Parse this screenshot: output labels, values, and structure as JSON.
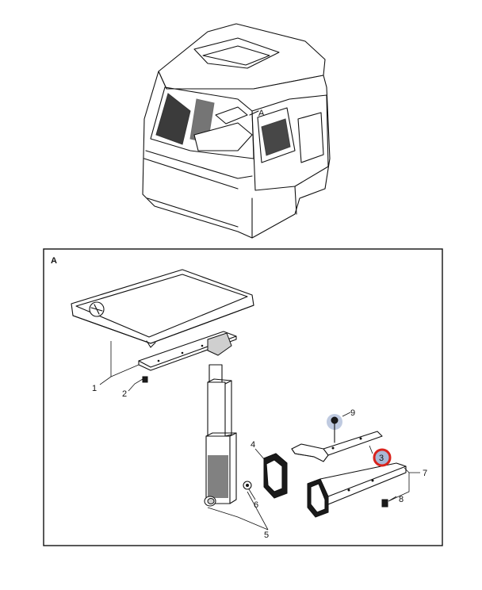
{
  "view_label_cab": "A",
  "detail_label": "A",
  "parts": [
    {
      "id": "1",
      "label": "1"
    },
    {
      "id": "2",
      "label": "2"
    },
    {
      "id": "3",
      "label": "3",
      "highlight": "#d9231d"
    },
    {
      "id": "4",
      "label": "4"
    },
    {
      "id": "5",
      "label": "5"
    },
    {
      "id": "6",
      "label": "6"
    },
    {
      "id": "7",
      "label": "7"
    },
    {
      "id": "8",
      "label": "8"
    },
    {
      "id": "9",
      "label": "9"
    }
  ],
  "colors": {
    "highlight_ring": "#d9231d",
    "hotspot_fill": "#a9b8d6"
  }
}
